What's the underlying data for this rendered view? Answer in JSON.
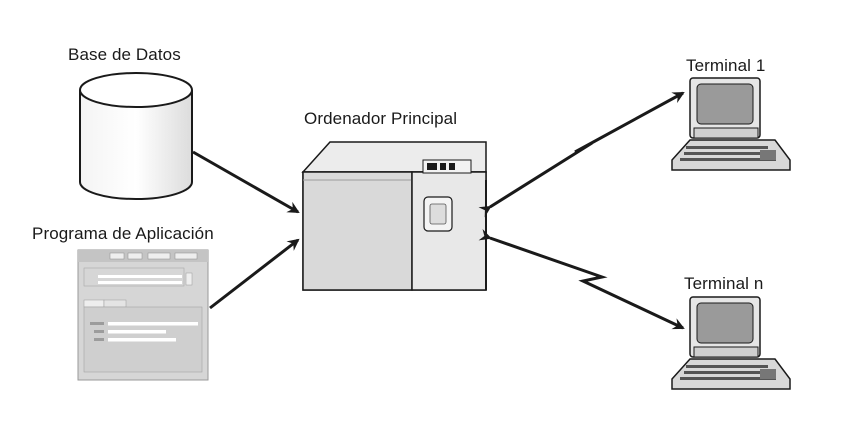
{
  "labels": {
    "database": "Base de Datos",
    "app_program": "Programa de Aplicación",
    "main_computer": "Ordenador Principal",
    "terminal_1": "Terminal 1",
    "terminal_n": "Terminal n"
  },
  "colors": {
    "line": "#1a1a1a",
    "device_light": "#e6e6e6",
    "device_mid": "#c8c8c8",
    "device_dark": "#8a8a8a",
    "screen": "#9a9a9a"
  },
  "icons": {
    "database": "cylinder-icon",
    "app_program": "window-screenshot-icon",
    "main_computer": "mainframe-icon",
    "terminal": "computer-terminal-icon"
  }
}
